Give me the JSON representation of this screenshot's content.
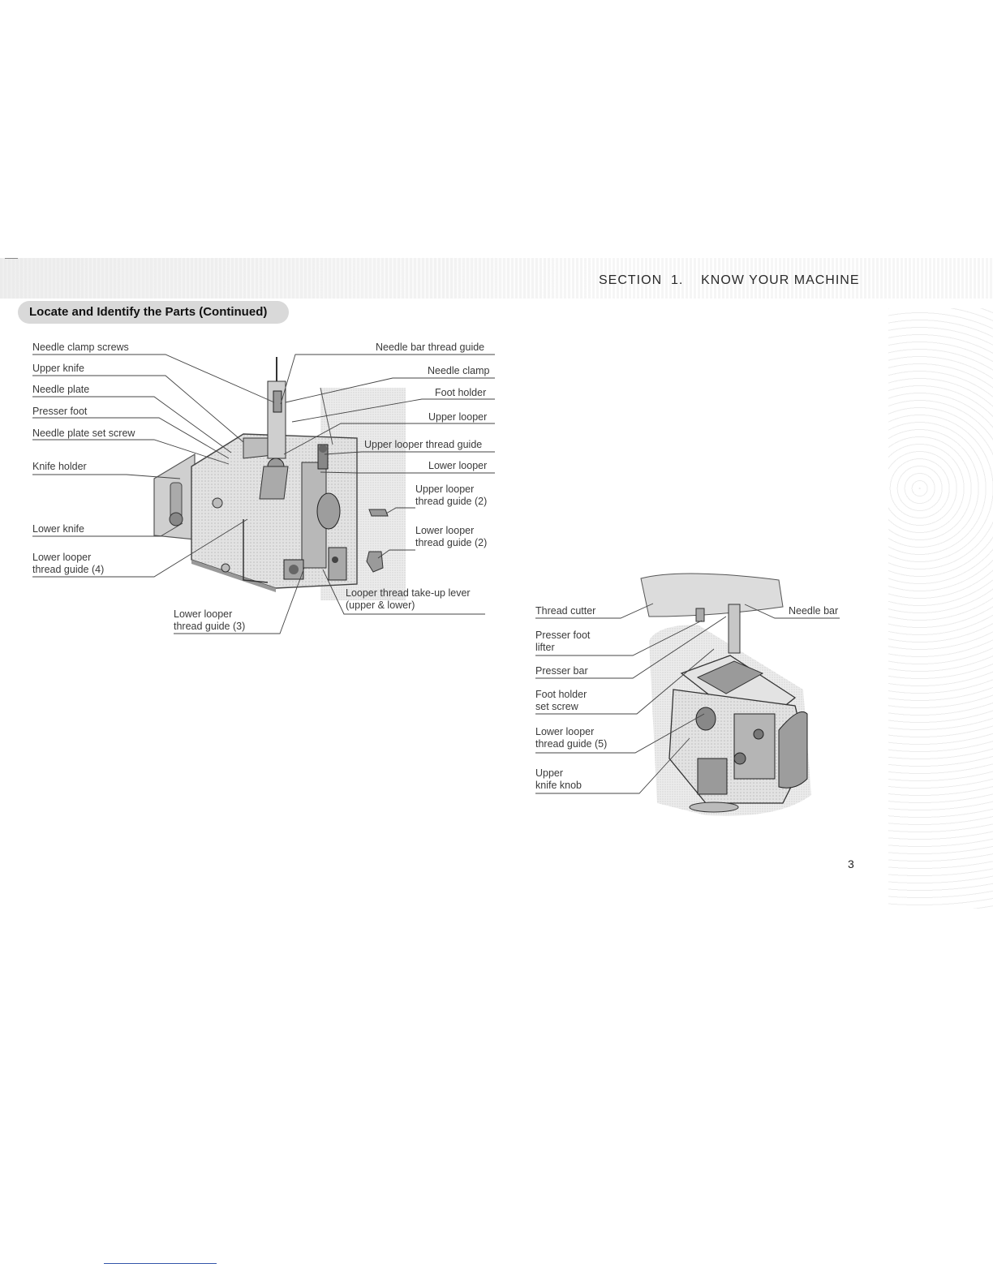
{
  "header": {
    "section": "SECTION  1.    KNOW YOUR MACHINE"
  },
  "title": "Locate and Identify the Parts (Continued)",
  "front_view": {
    "labels": [
      "Needle clamp screws",
      "Upper knife",
      "Needle plate",
      "Presser foot",
      "Needle plate set screw",
      "Knife holder",
      "Lower knife",
      "Lower looper\nthread guide (4)",
      "Needle bar thread guide",
      "Needle clamp",
      "Foot holder",
      "Upper looper",
      "Upper looper thread guide",
      "Lower looper",
      "Upper looper\nthread guide (2)",
      "Lower looper\nthread guide (2)",
      "Looper thread take-up lever\n(upper & lower)",
      "Lower looper\nthread guide (3)"
    ]
  },
  "side_view": {
    "labels": [
      "Thread cutter",
      "Needle bar",
      "Presser foot\nlifter",
      "Presser bar",
      "Foot holder\nset screw",
      "Lower looper\nthread guide (5)",
      "Upper\nknife knob"
    ]
  },
  "page_number": "3"
}
